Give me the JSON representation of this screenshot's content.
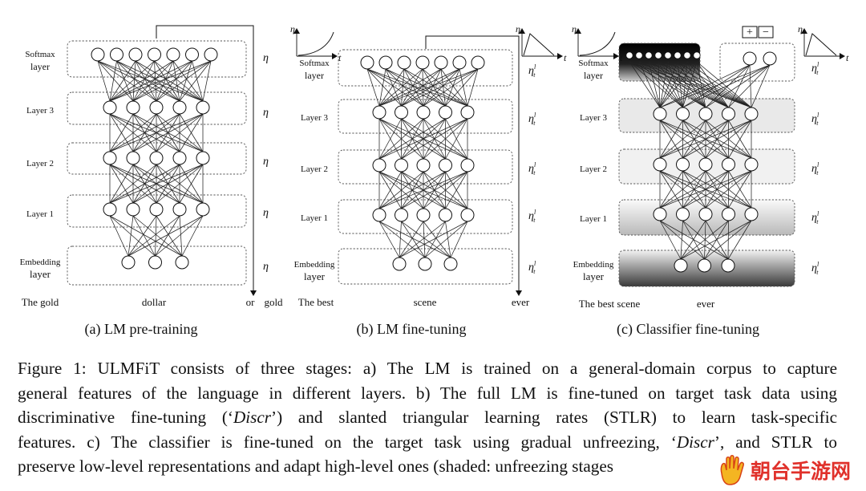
{
  "figure": {
    "eta": "η",
    "eta_t": "η",
    "axis_t": "t",
    "panels": [
      {
        "subcaption": "(a) LM pre-training",
        "layers": [
          "Softmax layer",
          "Layer 3",
          "Layer 2",
          "Layer 1",
          "Embedding layer"
        ],
        "rate_labels": [
          "η",
          "η",
          "η",
          "η",
          "η"
        ],
        "words": [
          "The gold",
          "dollar",
          "or",
          "gold"
        ]
      },
      {
        "subcaption": "(b) LM fine-tuning",
        "layers": [
          "Softmax layer",
          "Layer 3",
          "Layer 2",
          "Layer 1",
          "Embedding layer"
        ],
        "words": [
          "The best",
          "scene",
          "ever"
        ]
      },
      {
        "subcaption": "(c) Classifier fine-tuning",
        "layers": [
          "Softmax layer",
          "Layer 3",
          "Layer 2",
          "Layer 1",
          "Embedding layer"
        ],
        "words": [
          "The best scene",
          "ever"
        ],
        "class_buttons": [
          "+",
          "−"
        ]
      }
    ]
  },
  "caption": {
    "line1": "Figure 1: ULMFiT consists of three stages: a) The LM is trained on a general-domain corpus to capture",
    "line2": "general features of the language in different layers. b) The full LM is fine-tuned on target task data using",
    "line3_a": "discriminative fine-tuning (‘",
    "line3_em": "Discr",
    "line3_b": "’) and slanted triangular learning rates (STLR) to learn task-specific",
    "line4_a": "features. c) The classifier is fine-tuned on the target task using gradual unfreezing, ‘",
    "line4_em": "Discr",
    "line4_b": "’, and STLR to",
    "line5": "preserve low-level representations and adapt high-level ones (shaded: unfreezing stages"
  },
  "watermark": {
    "text": "朝台手游网"
  }
}
